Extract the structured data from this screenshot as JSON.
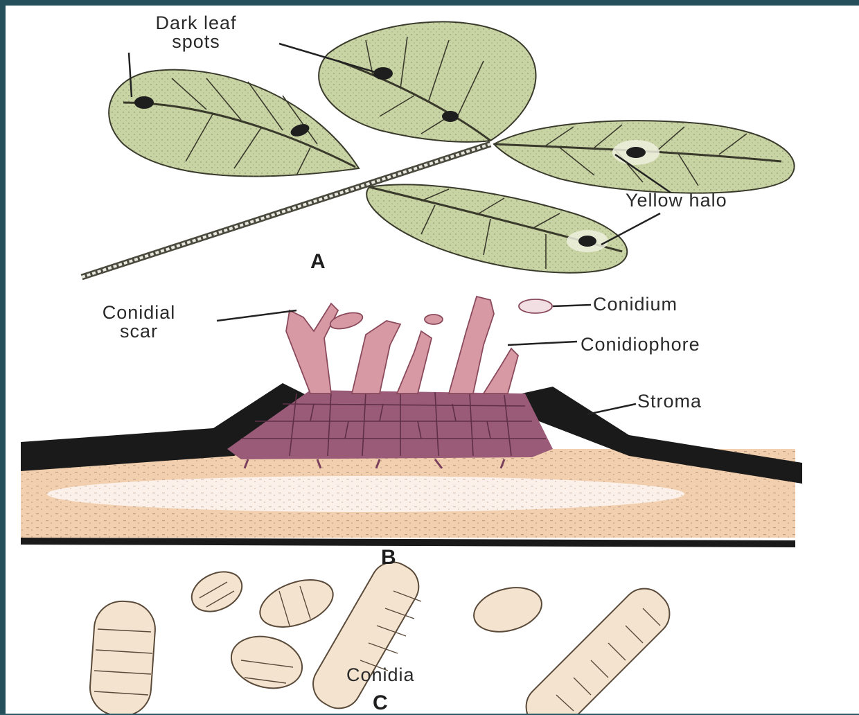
{
  "figure": {
    "panels": {
      "a": {
        "letter": "A"
      },
      "b": {
        "letter": "B"
      },
      "c": {
        "letter": "C"
      }
    },
    "labels": {
      "dark_leaf_spots_line1": "Dark leaf",
      "dark_leaf_spots_line2": "spots",
      "yellow_halo": "Yellow halo",
      "conidial_scar_line1": "Conidial",
      "conidial_scar_line2": "scar",
      "conidium": "Conidium",
      "conidiophore": "Conidiophore",
      "stroma": "Stroma",
      "conidia": "Conidia"
    },
    "colors": {
      "frame": "#2b5a66",
      "leaf": "#c9d4a4",
      "leaf_vein": "#3a3a2c",
      "spot": "#1e1e1e",
      "stroma": "#9a5b78",
      "conidiophore": "#d79aa5",
      "tissue": "#f2cfae",
      "epidermis": "#1a1a1a",
      "conidia_fill": "#f4e4cf"
    }
  }
}
